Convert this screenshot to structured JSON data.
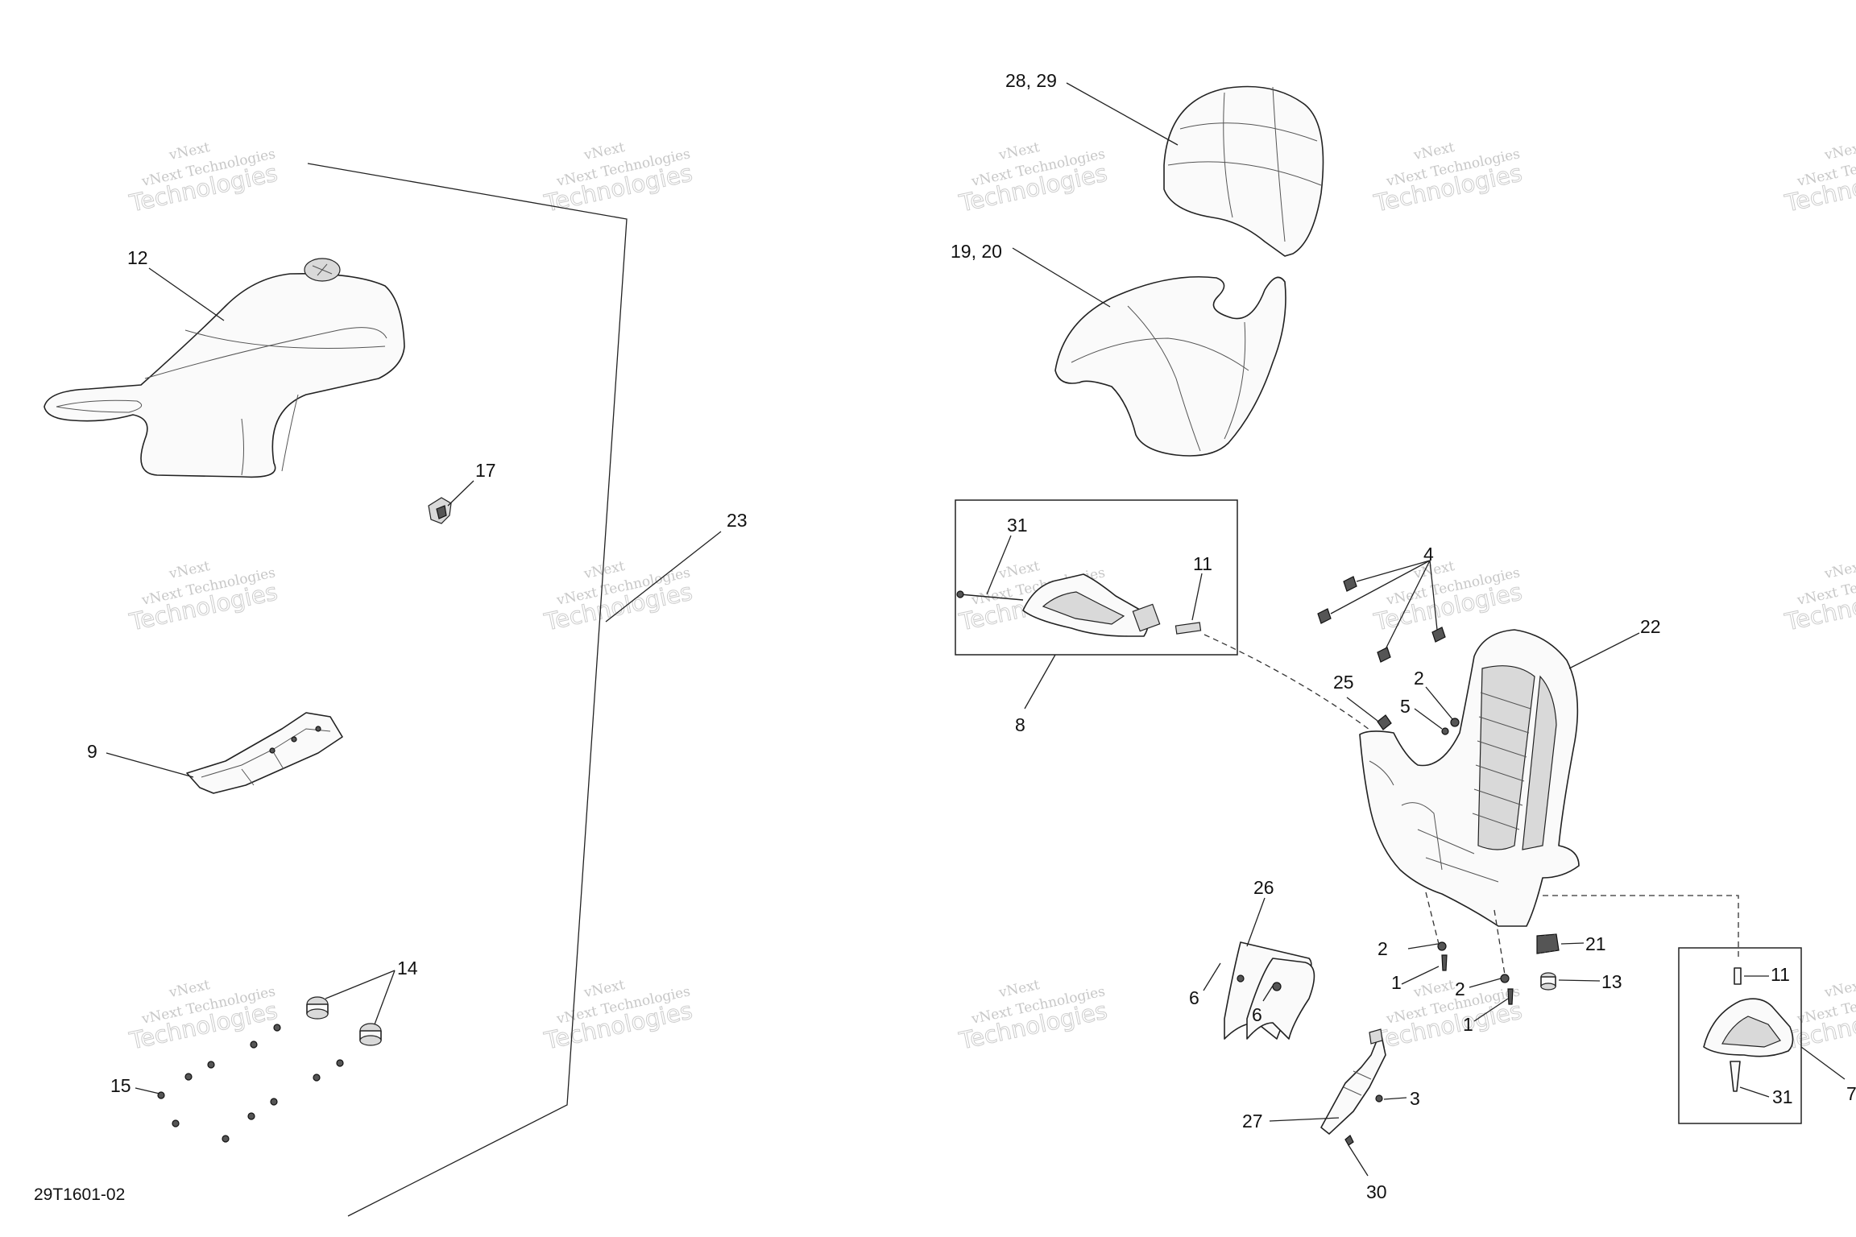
{
  "document_code": "29T1601-02",
  "watermark": {
    "line1": "vNext",
    "line2": "vNext Technologies",
    "line3": "Technologies"
  },
  "callouts": {
    "c1a": "1",
    "c1b": "1",
    "c2a": "2",
    "c2b": "2",
    "c2c": "2",
    "c3": "3",
    "c4": "4",
    "c5": "5",
    "c6a": "6",
    "c6b": "6",
    "c7": "7",
    "c8": "8",
    "c9": "9",
    "c11a": "11",
    "c11b": "11",
    "c12": "12",
    "c13": "13",
    "c14": "14",
    "c15": "15",
    "c17": "17",
    "c19_20": "19, 20",
    "c21": "21",
    "c22": "22",
    "c23": "23",
    "c25": "25",
    "c26": "26",
    "c27": "27",
    "c28_29": "28, 29",
    "c30": "30",
    "c31a": "31",
    "c31b": "31"
  }
}
